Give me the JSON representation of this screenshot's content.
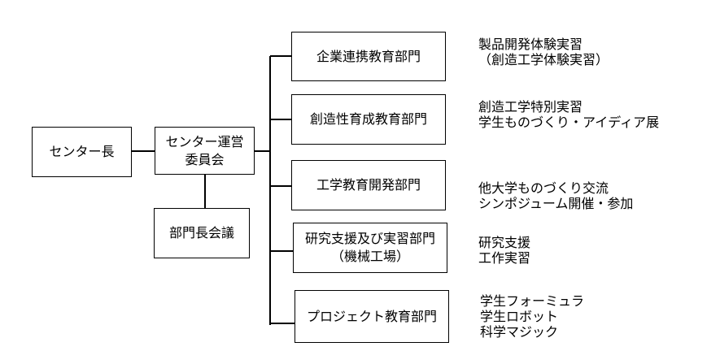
{
  "nodes": {
    "center_head": [
      "センター長"
    ],
    "steering_committee": [
      "センター運営",
      "委員会"
    ],
    "dept_heads_meeting": [
      "部門長会議"
    ],
    "dept_industry": [
      "企業連携教育部門"
    ],
    "dept_creativity": [
      "創造性育成教育部門"
    ],
    "dept_engineering_dev": [
      "工学教育開発部門"
    ],
    "dept_research_support": [
      "研究支援及び実習部門",
      "（機械工場）"
    ],
    "dept_project": [
      "プロジェクト教育部門"
    ]
  },
  "notes": {
    "industry": [
      "製品開発体験実習",
      "（創造工学体験実習）"
    ],
    "creativity": [
      "創造工学特別実習",
      "学生ものづくり・アイディア展"
    ],
    "engineering_dev": [
      "他大学ものづくり交流",
      "シンポジューム開催・参加"
    ],
    "research_support": [
      "研究支援",
      "工作実習"
    ],
    "project": [
      "学生フォーミュラ",
      "学生ロボット",
      "科学マジック"
    ]
  }
}
